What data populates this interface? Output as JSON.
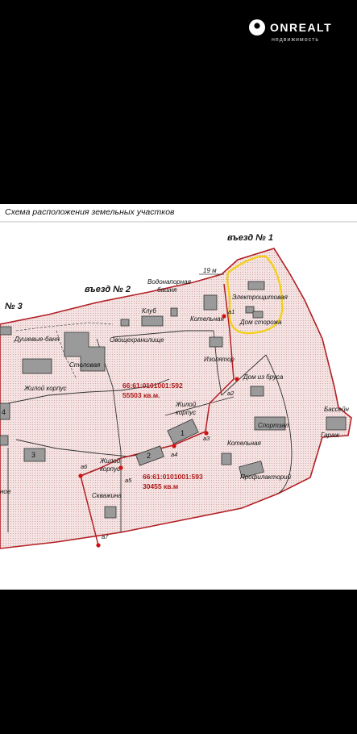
{
  "watermark": {
    "brand": "ONREALT",
    "subtitle": "недвижимость"
  },
  "map": {
    "title": "Схема расположения земельных участков",
    "entrances": {
      "e1": "въезд № 1",
      "e2": "въезд № 2",
      "e3": "№ 3"
    },
    "distance_label": "19 м",
    "buildings": {
      "vodonapornaya": "Водонапорная",
      "bashnya": "башня",
      "klub": "Клуб",
      "kotelnaya_top": "Котельная",
      "elektroshchitovaya": "Электрощитовая",
      "dom_storozha": "Дом сторожа",
      "dushevye": "Душевые-баня",
      "ovoshchekhranilishche": "Овощехранилище",
      "izolyator": "Изолятор",
      "stolovaya": "Столовая",
      "zhiloy_korpus_left": "Жилой корпус",
      "dom_iz_brusa": "Дом из бруса",
      "zhiloy_korpus_mid_1": "Жилой",
      "zhiloy_korpus_mid_2": "корпус",
      "sportzal": "Спортзал",
      "basseyn": "Бассейн",
      "garazh": "Гараж",
      "kotelnaya_bottom": "Котельная",
      "zhiloy_korpus_low_1": "Жилой",
      "zhiloy_korpus_low_2": "корпус",
      "profilaktoriy": "Профилакторий",
      "skvazhina": "Скважина",
      "partial_left": "ное"
    },
    "building_numbers": {
      "b1": "1",
      "b2": "2",
      "b3": "3",
      "b4": "4"
    },
    "parcels": {
      "p592_cadastral": "66:61:0101001:592",
      "p592_area": "55503 кв.м.",
      "p593_cadastral": "66:61:0101001:593",
      "p593_area": "30455 кв.м"
    },
    "points": {
      "a1": "а1",
      "a2": "а2",
      "a3": "а3",
      "a4": "а4",
      "a5": "а5",
      "a6": "а6",
      "a7": "а7"
    }
  },
  "colors": {
    "frame_bg": "#000000",
    "paper": "#ffffff",
    "parcel_fill": "#f1dedd",
    "boundary": "#b21f25",
    "highlight": "#f3cf1b",
    "text": "#111111"
  }
}
